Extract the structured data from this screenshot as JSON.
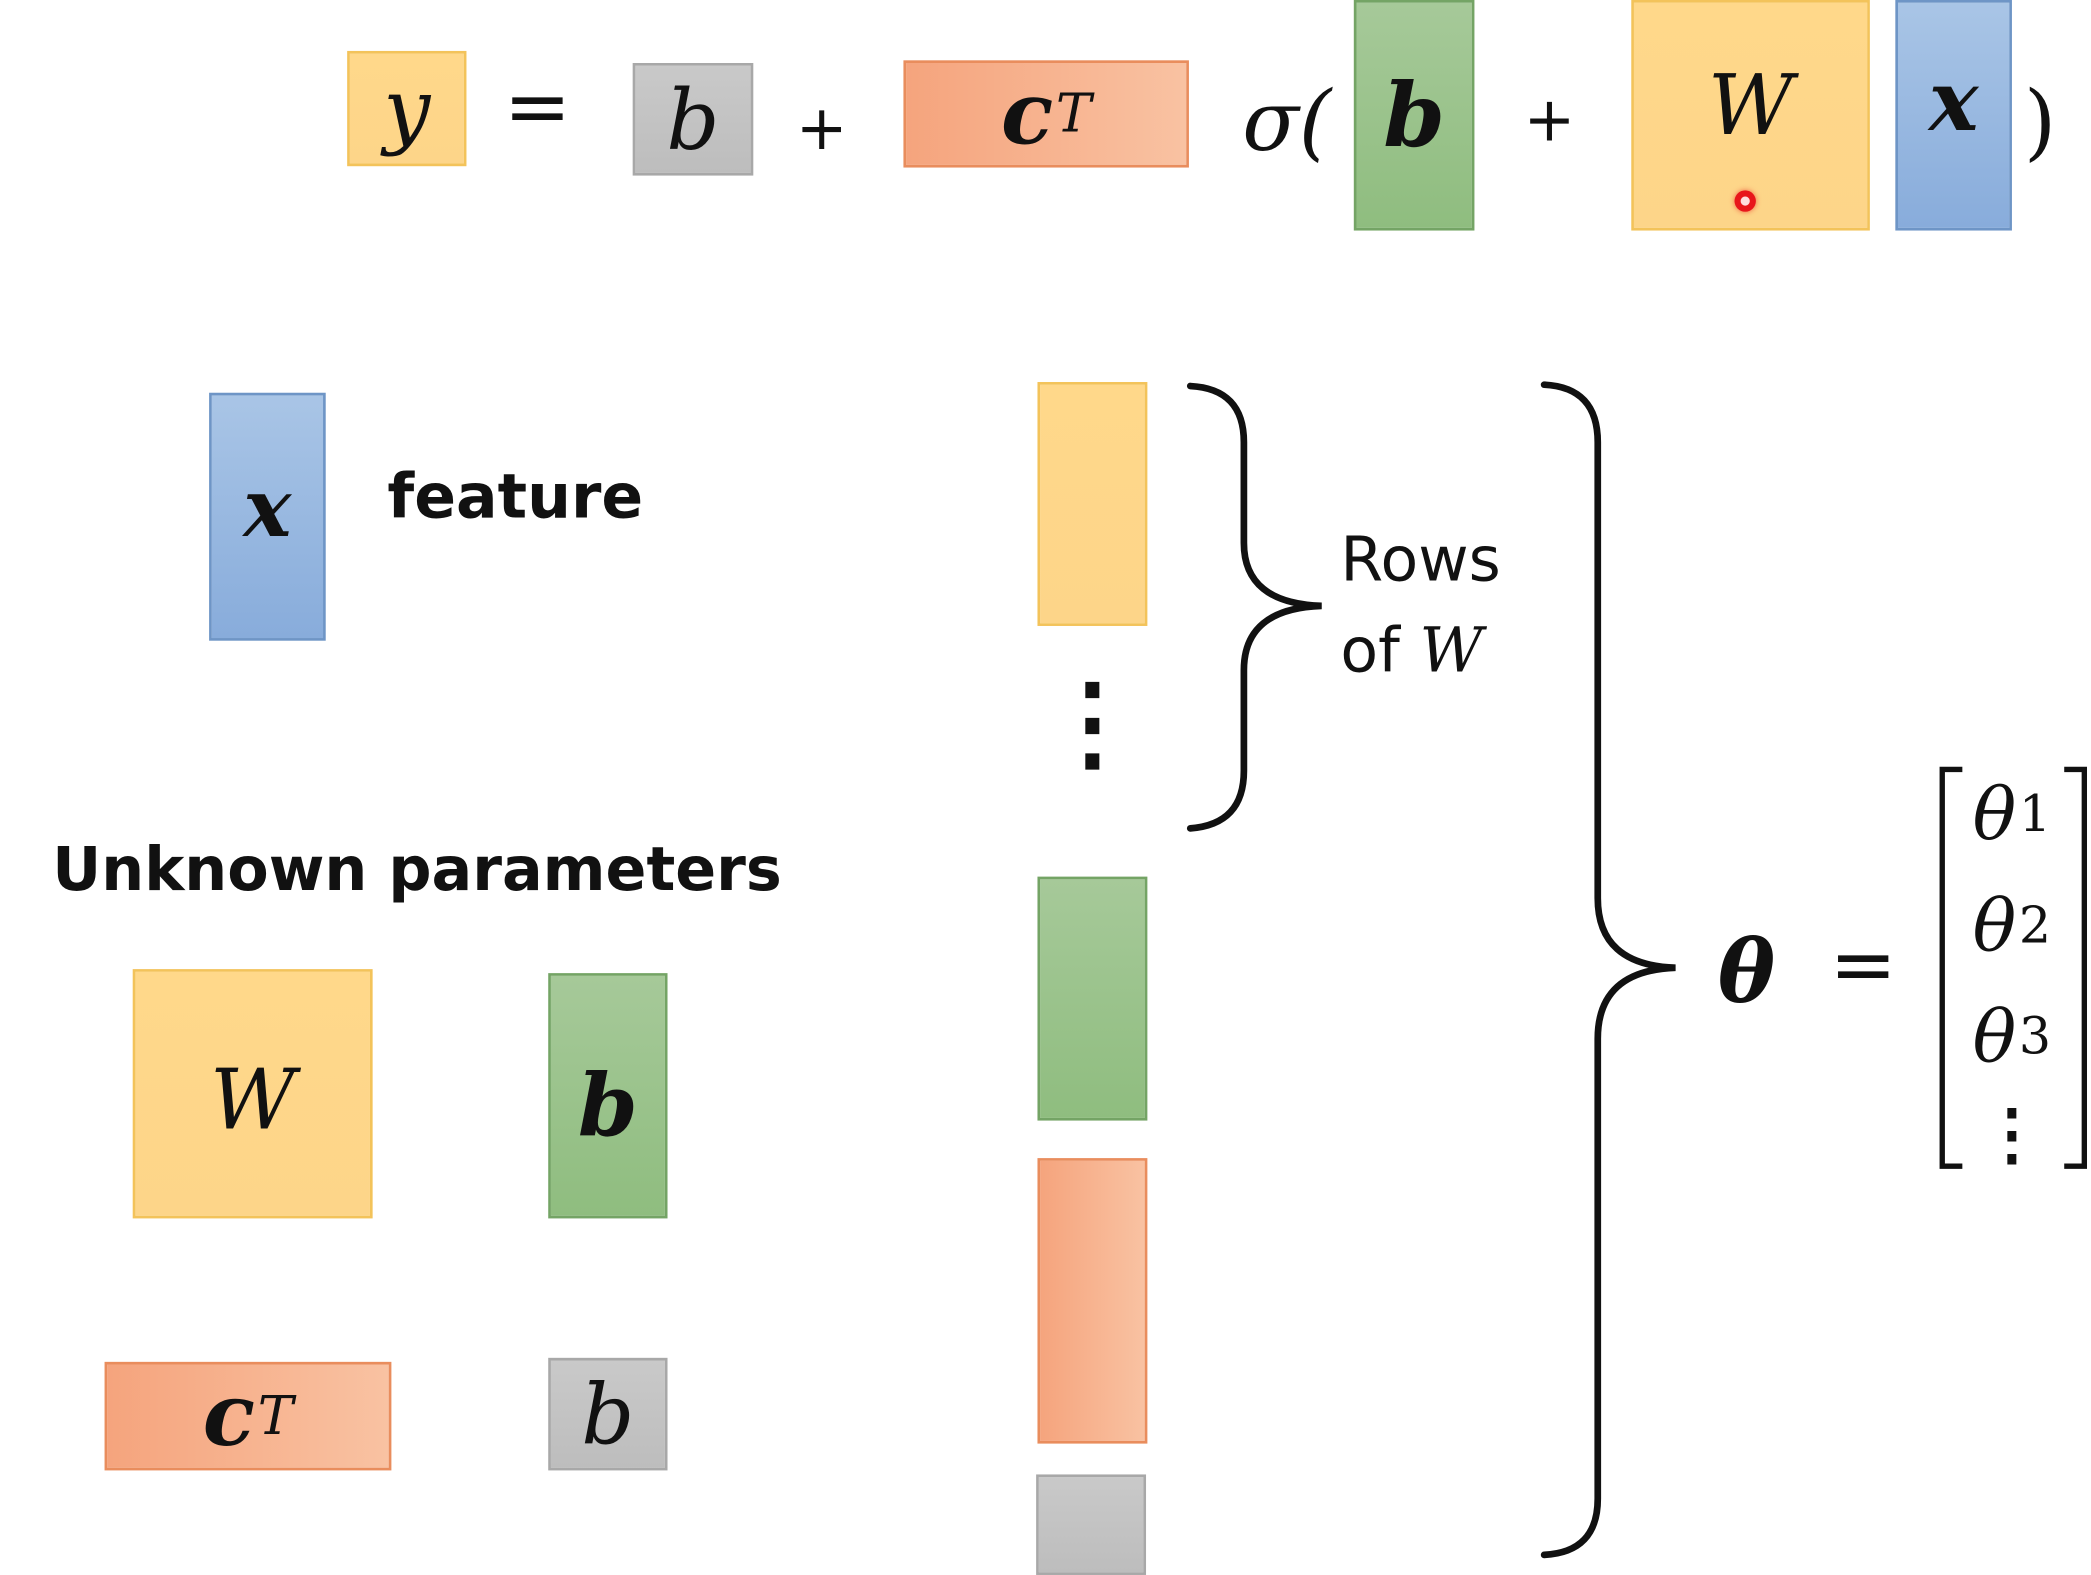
{
  "equation": {
    "y": "y",
    "equals": "=",
    "b_scalar": "b",
    "plus1": "+",
    "c": "c",
    "c_sup": "T",
    "sigma_open": "σ(",
    "b_vector": "b",
    "plus2": "+",
    "W": "W",
    "x": "x",
    "close_paren": ")"
  },
  "feature": {
    "x": "x",
    "label": "feature"
  },
  "unknown": {
    "title": "Unknown parameters",
    "W": "W",
    "b_vector": "b",
    "c": "c",
    "c_sup": "T",
    "b_scalar": "b"
  },
  "stack": {
    "dots": "⋮",
    "rows_line1": "Rows",
    "rows_line2_prefix": "of ",
    "rows_line2_var": "W"
  },
  "theta": {
    "symbol": "θ",
    "equals": "=",
    "items": [
      {
        "base": "θ",
        "sub": "1"
      },
      {
        "base": "θ",
        "sub": "2"
      },
      {
        "base": "θ",
        "sub": "3"
      }
    ],
    "dots": "⋮"
  },
  "colors": {
    "yellow": "#fdd589",
    "gray": "#bdbdbd",
    "orange": "#f5a47d",
    "green": "#8fbd7f",
    "blue": "#88acdb",
    "pointer": "#e8161b"
  }
}
